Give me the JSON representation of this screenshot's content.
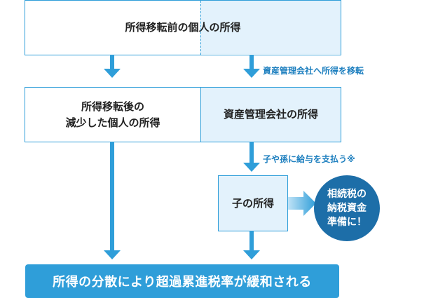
{
  "top_box": {
    "text": "所得移転前の個人の所得"
  },
  "middle_left": {
    "line1": "所得移転後の",
    "line2": "減少した個人の所得"
  },
  "middle_right": {
    "text": "資産管理会社の所得"
  },
  "child_box": {
    "text": "子の所得"
  },
  "notes": {
    "transfer": "資産管理会社へ所得を移転",
    "payment": "子や孫に給与を支払う※"
  },
  "circle": {
    "line1": "相続税の",
    "line2": "納税資金",
    "line3": "準備に！"
  },
  "result": {
    "text": "所得の分散により超過累進税率が緩和される"
  },
  "colors": {
    "accent": "#2f9ed9",
    "light": "#e3f2fc",
    "dark": "#1d6ea8"
  }
}
